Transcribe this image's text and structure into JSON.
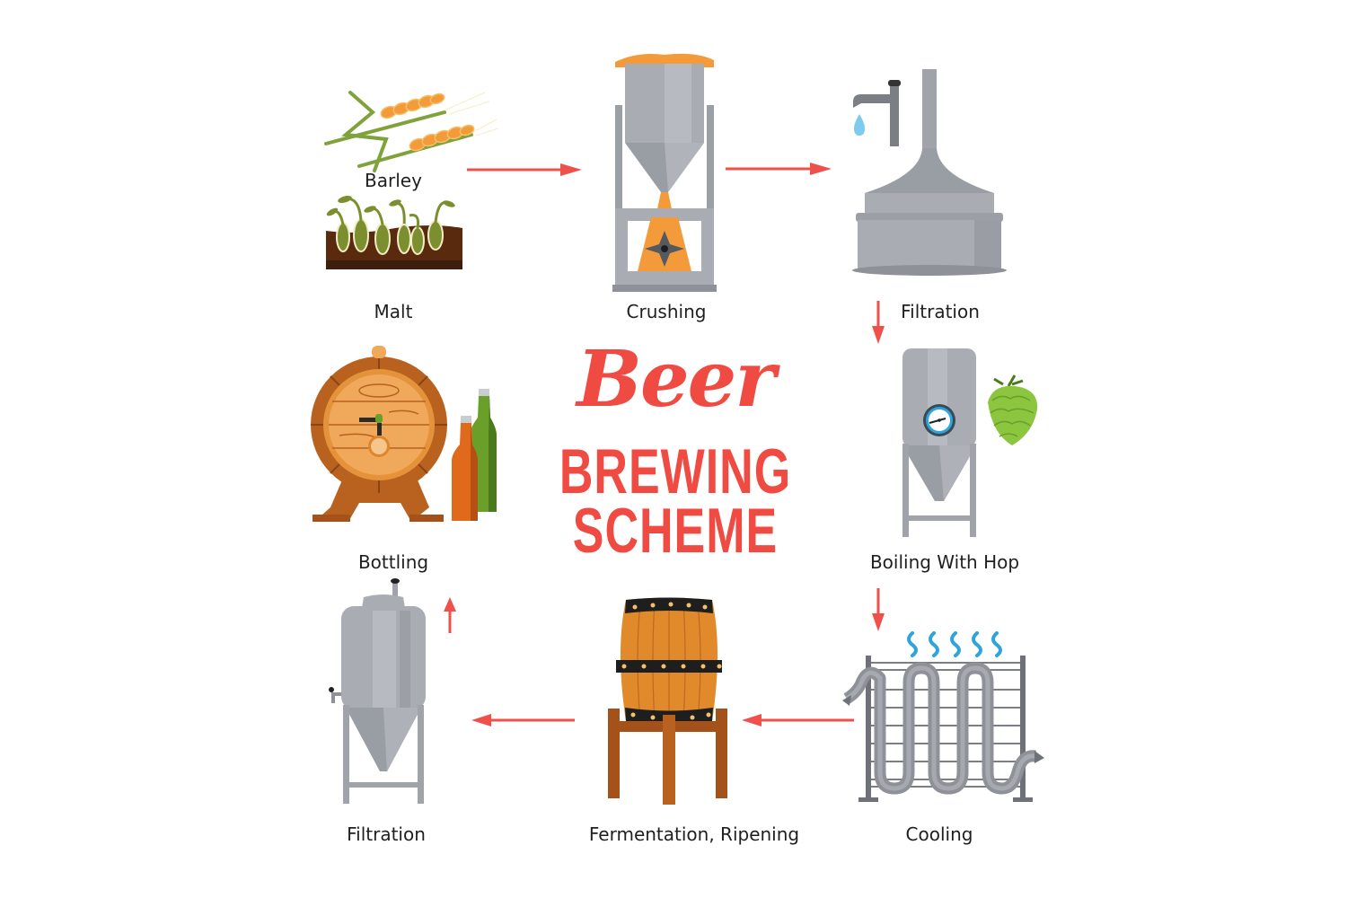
{
  "title": {
    "script_word": "Beer",
    "line2": "BREWING",
    "line3": "SCHEME",
    "color": "#f04b43"
  },
  "steps": [
    {
      "id": "barley",
      "label": "Barley",
      "icon": "wheat-ears-icon"
    },
    {
      "id": "malt",
      "label": "Malt",
      "icon": "sprouts-in-soil-icon"
    },
    {
      "id": "crushing",
      "label": "Crushing",
      "icon": "grain-mill-icon"
    },
    {
      "id": "filtration_1",
      "label": "Filtration",
      "icon": "mash-tun-with-tap-icon"
    },
    {
      "id": "boiling",
      "label": "Boiling With Hop",
      "icon": "boil-tank-with-thermometer-and-hop-icon"
    },
    {
      "id": "cooling",
      "label": "Cooling",
      "icon": "pipe-cooler-icon"
    },
    {
      "id": "fermentation",
      "label": "Fermentation, Ripening",
      "icon": "barrel-on-stand-icon"
    },
    {
      "id": "filtration_2",
      "label": "Filtration",
      "icon": "conical-tank-icon"
    },
    {
      "id": "bottling",
      "label": "Bottling",
      "icon": "keg-and-bottles-icon"
    }
  ],
  "flow": [
    {
      "from": "malt",
      "to": "crushing",
      "direction": "right"
    },
    {
      "from": "crushing",
      "to": "filtration_1",
      "direction": "right"
    },
    {
      "from": "filtration_1",
      "to": "boiling",
      "direction": "down"
    },
    {
      "from": "boiling",
      "to": "cooling",
      "direction": "down"
    },
    {
      "from": "cooling",
      "to": "fermentation",
      "direction": "left"
    },
    {
      "from": "fermentation",
      "to": "filtration_2",
      "direction": "left"
    },
    {
      "from": "filtration_2",
      "to": "bottling",
      "direction": "up"
    }
  ],
  "colors": {
    "arrow": "#f0504a",
    "steel": "#a9adb3",
    "steel_dark": "#8e9298",
    "wood": "#e08a2c",
    "wood_dark": "#a4521a",
    "grain": "#f39a3a",
    "leaf": "#7fa33a",
    "soil": "#5a2a0e",
    "hop": "#8cc63f",
    "water": "#2ea3dc"
  }
}
